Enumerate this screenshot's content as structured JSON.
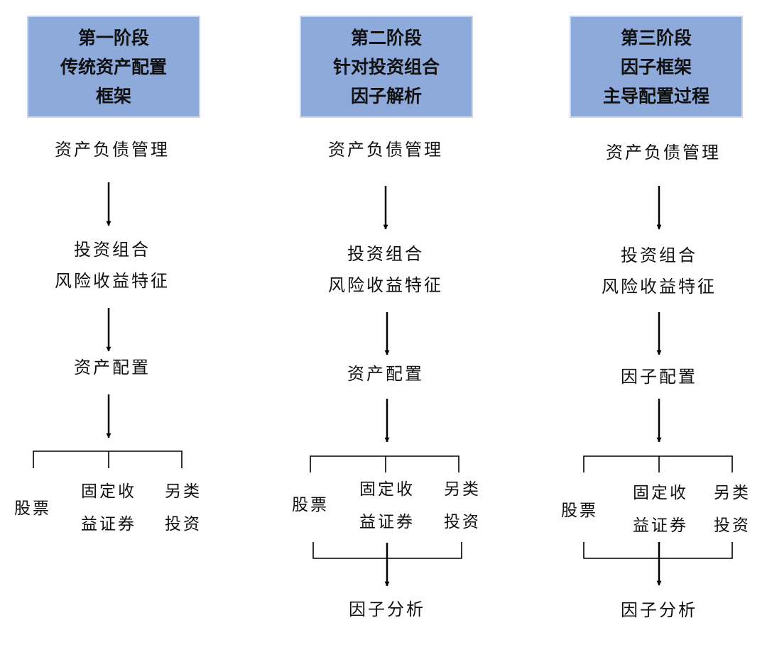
{
  "accent_color": "#8eaadb",
  "stages": [
    {
      "header_lines": [
        "第一阶段",
        "传统资产配置",
        "框架"
      ],
      "step1": "资产负债管理",
      "step2_lines": [
        "投资组合",
        "风险收益特征"
      ],
      "step3": "资产配置",
      "leaves": [
        {
          "lines": [
            "股票"
          ]
        },
        {
          "lines": [
            "固定收",
            "益证券"
          ]
        },
        {
          "lines": [
            "另类",
            "投资"
          ]
        }
      ],
      "result": ""
    },
    {
      "header_lines": [
        "第二阶段",
        "针对投资组合",
        "因子解析"
      ],
      "step1": "资产负债管理",
      "step2_lines": [
        "投资组合",
        "风险收益特征"
      ],
      "step3": "资产配置",
      "leaves": [
        {
          "lines": [
            "股票"
          ]
        },
        {
          "lines": [
            "固定收",
            "益证券"
          ]
        },
        {
          "lines": [
            "另类",
            "投资"
          ]
        }
      ],
      "result": "因子分析"
    },
    {
      "header_lines": [
        "第三阶段",
        "因子框架",
        "主导配置过程"
      ],
      "step1": "资产负债管理",
      "step2_lines": [
        "投资组合",
        "风险收益特征"
      ],
      "step3": "因子配置",
      "leaves": [
        {
          "lines": [
            "股票"
          ]
        },
        {
          "lines": [
            "固定收",
            "益证券"
          ]
        },
        {
          "lines": [
            "另类",
            "投资"
          ]
        }
      ],
      "result": "因子分析"
    }
  ]
}
